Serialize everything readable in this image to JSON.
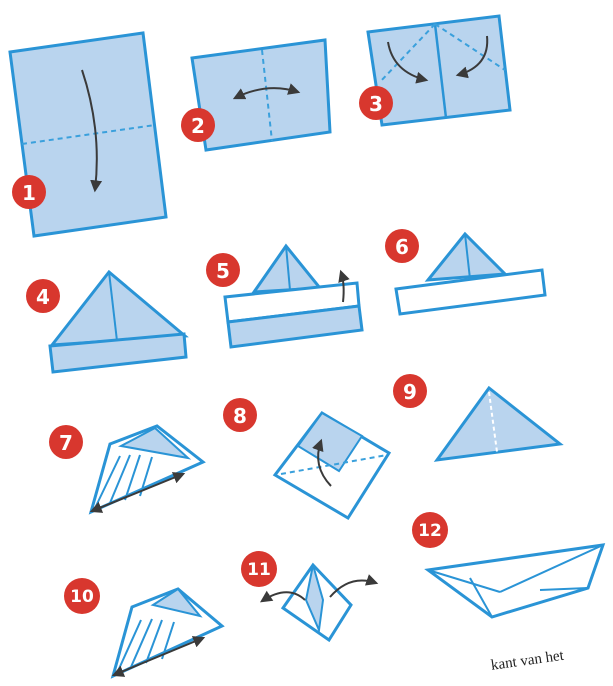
{
  "colors": {
    "paper_fill": "#b9d4ee",
    "paper_fill_light": "#d7e7f7",
    "fold_line": "#3aa0dc",
    "outline": "#2a94d6",
    "badge": "#d8372e",
    "arrow": "#3a3a3a"
  },
  "steps": [
    {
      "num": "1"
    },
    {
      "num": "2"
    },
    {
      "num": "3"
    },
    {
      "num": "4"
    },
    {
      "num": "5"
    },
    {
      "num": "6"
    },
    {
      "num": "7"
    },
    {
      "num": "8"
    },
    {
      "num": "9"
    },
    {
      "num": "10"
    },
    {
      "num": "11"
    },
    {
      "num": "12"
    }
  ],
  "caption": "kant van het"
}
